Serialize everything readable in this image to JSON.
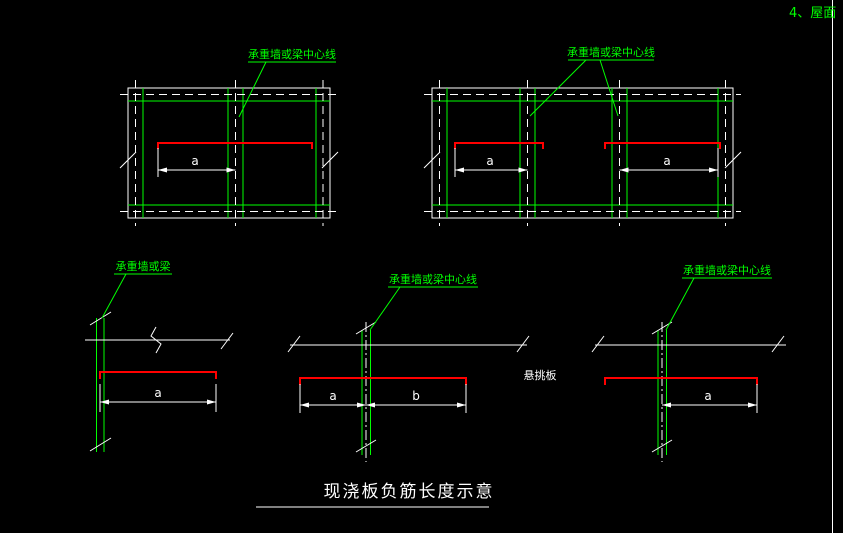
{
  "page": {
    "corner_note": "4、屋面",
    "title": "现浇板负筋长度示意"
  },
  "labels": {
    "wall_beam_centerline": "承重墙或梁中心线",
    "wall_beam": "承重墙或梁",
    "cantilever_slab": "悬挑板",
    "dim_a": "a",
    "dim_b": "b"
  },
  "colors": {
    "background": "#000000",
    "structure_green": "#00ff00",
    "annotation_white": "#ffffff",
    "rebar_red": "#ff0000"
  }
}
